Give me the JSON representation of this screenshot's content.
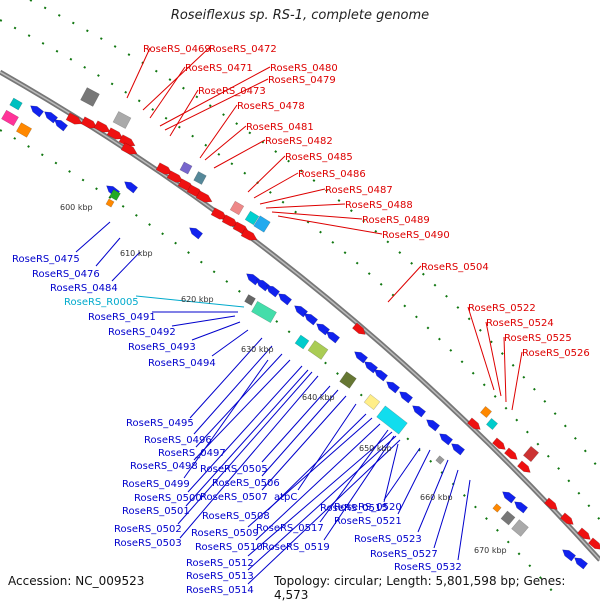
{
  "title": "Roseiflexus sp. RS-1, complete genome",
  "footer": {
    "accession": "Accession: NC_009523",
    "topology": "Topology: circular; Length: 5,801,598 bp; Genes: 4,573"
  },
  "colors": {
    "forward_label": "#dd0000",
    "reverse_label": "#0000cc",
    "rna_label": "#00aacc",
    "tick_green": "#117711",
    "backbone": "#777777"
  },
  "kbp_ticks": [
    "600 kbp",
    "610 kbp",
    "620 kbp",
    "630 kbp",
    "640 kbp",
    "650 kbp",
    "660 kbp",
    "670 kbp"
  ],
  "forward_labels": [
    "RoseRS_0469",
    "RoseRS_0472",
    "RoseRS_0471",
    "RoseRS_0480",
    "RoseRS_0479",
    "RoseRS_0473",
    "RoseRS_0478",
    "RoseRS_0481",
    "RoseRS_0482",
    "RoseRS_0485",
    "RoseRS_0486",
    "RoseRS_0487",
    "RoseRS_0488",
    "RoseRS_0489",
    "RoseRS_0490",
    "RoseRS_0504",
    "RoseRS_0522",
    "RoseRS_0524",
    "RoseRS_0525",
    "RoseRS_0526"
  ],
  "reverse_labels": [
    "RoseRS_0475",
    "RoseRS_0476",
    "RoseRS_0484",
    "RoseRS_R0005",
    "RoseRS_0491",
    "RoseRS_0492",
    "RoseRS_0493",
    "RoseRS_0494",
    "RoseRS_0495",
    "RoseRS_0496",
    "RoseRS_0497",
    "RoseRS_0498",
    "RoseRS_0505",
    "RoseRS_0499",
    "RoseRS_0506",
    "RoseRS_0500",
    "RoseRS_0507",
    "atpC",
    "RoseRS_0501",
    "RoseRS_0508",
    "RoseRS_0515",
    "RoseRS_0520",
    "RoseRS_0502",
    "RoseRS_0509",
    "RoseRS_0517",
    "RoseRS_0521",
    "RoseRS_0503",
    "RoseRS_0510",
    "RoseRS_0519",
    "RoseRS_0523",
    "RoseRS_0527",
    "RoseRS_0512",
    "RoseRS_0532",
    "RoseRS_0513",
    "RoseRS_0514"
  ]
}
